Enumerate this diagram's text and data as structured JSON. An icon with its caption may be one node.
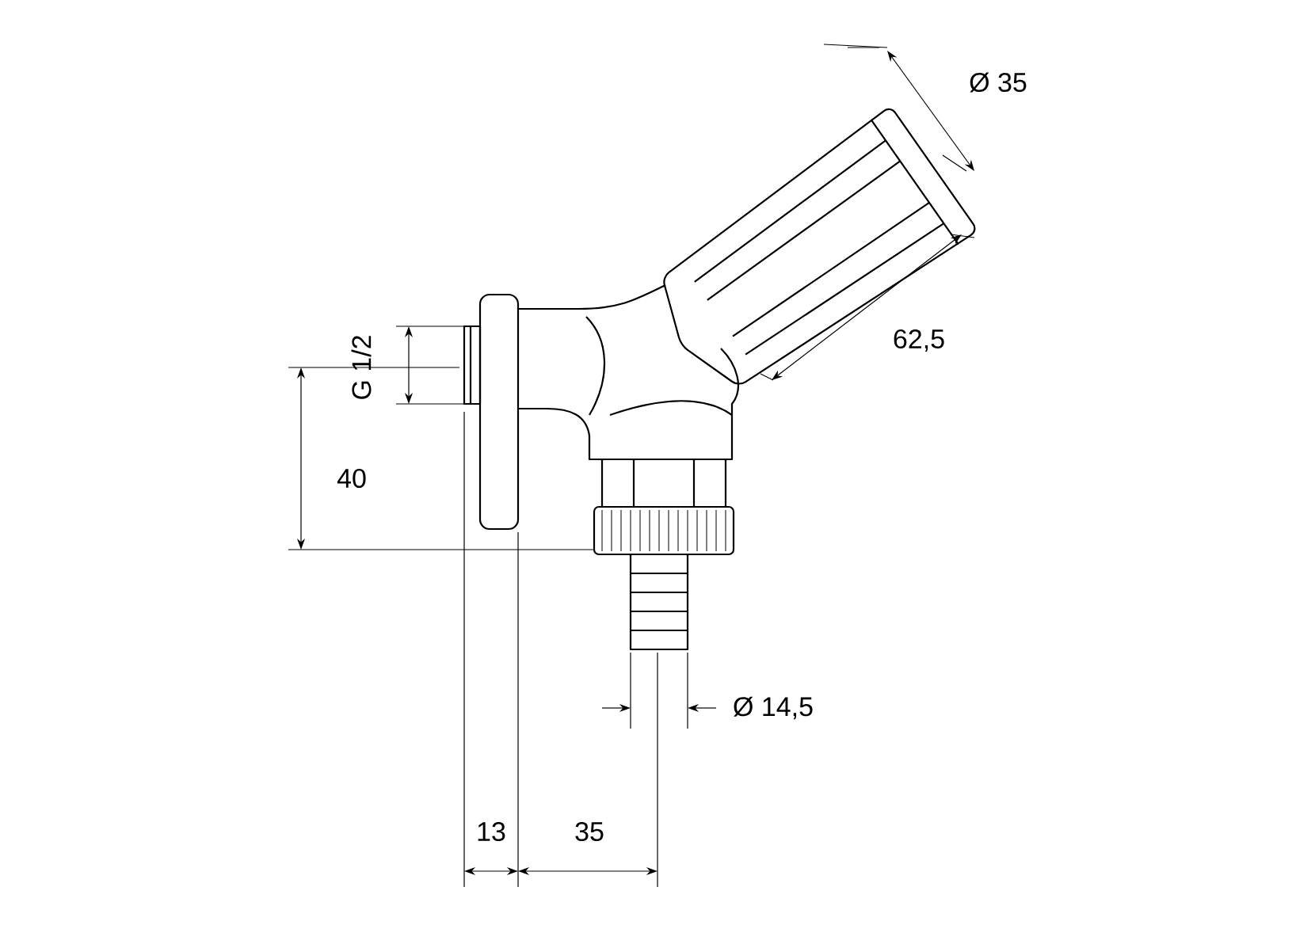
{
  "diagram": {
    "labels": [
      "Ø 35",
      "62,5",
      "G 1/2",
      "40",
      "Ø 14,5",
      "13",
      "35"
    ]
  }
}
